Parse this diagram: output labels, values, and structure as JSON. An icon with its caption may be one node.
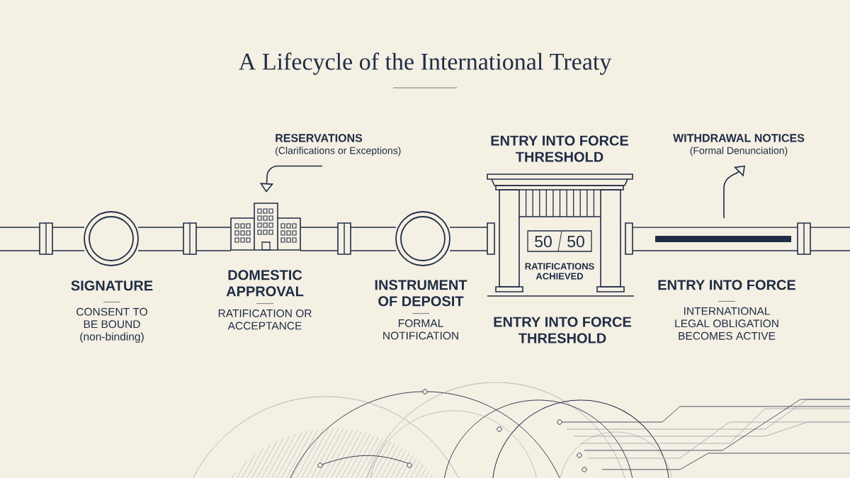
{
  "diagram": {
    "title": "A Lifecycle of the International Treaty",
    "nodes": [
      {
        "text": [
          "RESERVATIONS",
          "(Clarifications or Exceptions)"
        ]
      },
      {
        "text": [
          "ENTRY INTO FORCE THRESHOLD",
          "50",
          "50",
          "RATIFICATIONS ACHIEVED"
        ],
        "beside": [
          "ENTRY INTO FORCE THRESHOLD"
        ]
      },
      {
        "text": [
          "WITHDRAWAL NOTICES",
          "(Formal Denunciation)"
        ]
      },
      {
        "text": [],
        "shape": "picture"
      },
      {
        "text": [
          "SIGNATURE",
          "CONSENT TO BE BOUND (non-binding)"
        ]
      },
      {
        "text": [
          "DOMESTIC APPROVAL",
          "RATIFICATION OR ACCEPTANCE"
        ]
      },
      {
        "text": [
          "INSTRUMENT OF DEPOSIT",
          "FORMAL NOTIFICATION"
        ]
      },
      {
        "text": [
          "ENTRY INTO FORCE",
          "INTERNATIONAL LEGAL OBLIGATION BECOMES ACTIVE"
        ]
      }
    ],
    "edges": [
      {
        "from": 0,
        "to": 3,
        "arrow": "to"
      },
      {
        "from": null,
        "to": 2,
        "arrow": "to"
      }
    ]
  }
}
